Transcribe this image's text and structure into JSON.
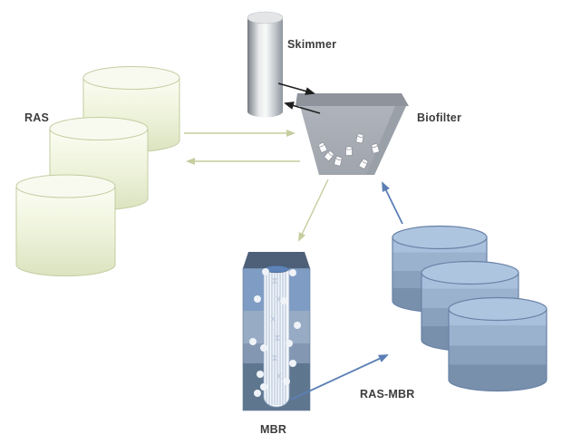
{
  "diagram": {
    "description": "Recirculating aquaculture system flow diagram",
    "labels": {
      "ras": "RAS",
      "skimmer": "Skimmer",
      "biofilter": "Biofilter",
      "mbr": "MBR",
      "ras_mbr": "RAS-MBR"
    },
    "components": [
      {
        "id": "ras-tanks",
        "label": "RAS",
        "type": "tank-group",
        "count": 3,
        "color": "#e7eccf"
      },
      {
        "id": "skimmer",
        "label": "Skimmer",
        "type": "column",
        "color": "#c2c7cd"
      },
      {
        "id": "biofilter",
        "label": "Biofilter",
        "type": "funnel",
        "media_count": 7,
        "color": "#a8acb4"
      },
      {
        "id": "mbr",
        "label": "MBR",
        "type": "membrane-reactor",
        "bubble_count": 13,
        "color": "#7f9cc4"
      },
      {
        "id": "ras-mbr-tanks",
        "label": "RAS-MBR",
        "type": "tank-group",
        "count": 3,
        "color": "#9bb2cf"
      }
    ],
    "flows": [
      {
        "from": "RAS",
        "to": "Biofilter",
        "color": "green"
      },
      {
        "from": "Biofilter",
        "to": "RAS",
        "color": "green"
      },
      {
        "from": "Skimmer",
        "to": "Biofilter",
        "color": "black"
      },
      {
        "from": "Biofilter",
        "to": "Skimmer",
        "color": "black"
      },
      {
        "from": "Biofilter",
        "to": "MBR",
        "color": "green"
      },
      {
        "from": "RAS-MBR",
        "to": "Biofilter",
        "color": "blue"
      },
      {
        "from": "MBR",
        "to": "RAS-MBR",
        "color": "blue"
      }
    ],
    "colors": {
      "background": "#ffffff",
      "label_text": "#3d3d3d",
      "arrow_green": "#c6cd9e",
      "arrow_blue": "#5b7fb5",
      "arrow_black": "#1f1f1f",
      "ras_tank_stroke": "#c3cda1",
      "blue_tank_stroke": "#6982a6",
      "biofilter_rim": "#8f949c",
      "biofilter_face": "#a8acb4",
      "biofilter_flank": "#9aa0a8",
      "mbr_cap": "#4e6078",
      "media_stroke": "#898e96"
    }
  }
}
